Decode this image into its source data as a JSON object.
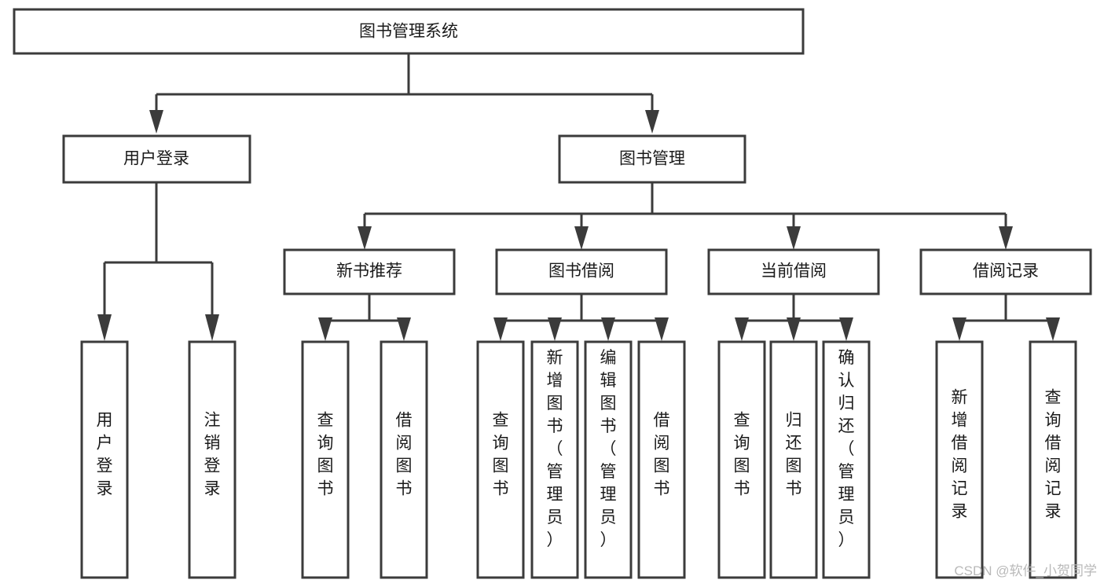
{
  "diagram": {
    "title": "图书管理系统",
    "type": "tree-hierarchy",
    "watermark": "CSDN @软件_小贺同学",
    "colors": {
      "stroke": "#3b3b3b",
      "box_fill": "#ffffff",
      "text": "#1a1a1a",
      "background": "#ffffff",
      "watermark": "#b9b9b9"
    },
    "root": {
      "label": "图书管理系统",
      "orientation": "horizontal"
    },
    "level2": [
      {
        "label": "用户登录",
        "orientation": "horizontal"
      },
      {
        "label": "图书管理",
        "orientation": "horizontal"
      }
    ],
    "level3": [
      {
        "label": "新书推荐",
        "orientation": "horizontal"
      },
      {
        "label": "图书借阅",
        "orientation": "horizontal"
      },
      {
        "label": "当前借阅",
        "orientation": "horizontal"
      },
      {
        "label": "借阅记录",
        "orientation": "horizontal"
      }
    ],
    "leaves": {
      "user_login": [
        {
          "label": "用户登录",
          "orientation": "vertical"
        },
        {
          "label": "注销登录",
          "orientation": "vertical"
        }
      ],
      "new_book_recommend": [
        {
          "label": "查询图书",
          "orientation": "vertical"
        },
        {
          "label": "借阅图书",
          "orientation": "vertical"
        }
      ],
      "book_borrow": [
        {
          "label": "查询图书",
          "orientation": "vertical"
        },
        {
          "label": "新增图书（管理员）",
          "orientation": "vertical"
        },
        {
          "label": "编辑图书（管理员）",
          "orientation": "vertical"
        },
        {
          "label": "借阅图书",
          "orientation": "vertical"
        }
      ],
      "current_borrow": [
        {
          "label": "查询图书",
          "orientation": "vertical"
        },
        {
          "label": "归还图书",
          "orientation": "vertical"
        },
        {
          "label": "确认归还（管理员）",
          "orientation": "vertical"
        }
      ],
      "borrow_record": [
        {
          "label": "新增借阅记录",
          "orientation": "vertical"
        },
        {
          "label": "查询借阅记录",
          "orientation": "vertical"
        }
      ]
    }
  }
}
